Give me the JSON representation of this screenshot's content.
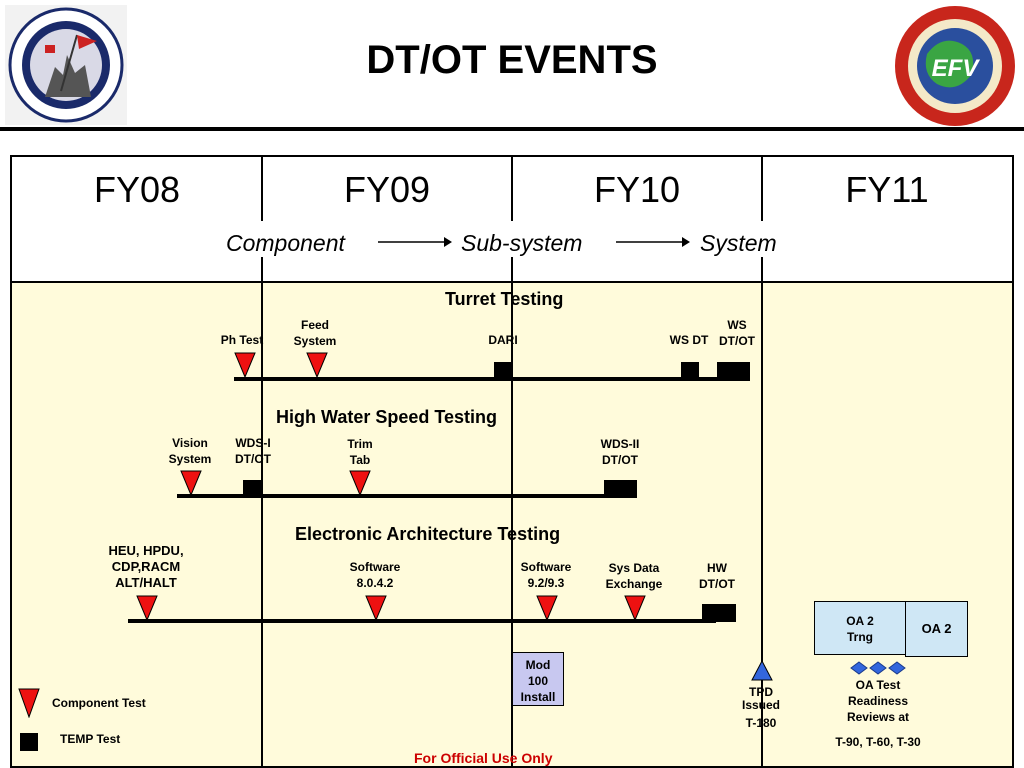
{
  "title": "DT/OT EVENTS",
  "logos": {
    "left_icon": "pro-land-systems-emblem",
    "right_icon": "efv-usmc-seal",
    "right_text": "EFV"
  },
  "fiscal_years": [
    "FY08",
    "FY09",
    "FY10",
    "FY11"
  ],
  "flow": {
    "component": "Component",
    "subsystem": "Sub-system",
    "system": "System"
  },
  "turret": {
    "title": "Turret Testing",
    "ph_test": "Ph Test",
    "feed_1": "Feed",
    "feed_2": "System",
    "dari": "DARI",
    "ws_dt": "WS DT",
    "ws_dtot_1": "WS",
    "ws_dtot_2": "DT/OT"
  },
  "water": {
    "title": "High Water Speed Testing",
    "vision_1": "Vision",
    "vision_2": "System",
    "wdsi_1": "WDS-I",
    "wdsi_2": "DT/OT",
    "trim_1": "Trim",
    "trim_2": "Tab",
    "wdsii_1": "WDS-II",
    "wdsii_2": "DT/OT"
  },
  "electronic": {
    "title": "Electronic Architecture Testing",
    "heu_1": "HEU, HPDU,",
    "heu_2": "CDP,RACM",
    "heu_3": "ALT/HALT",
    "sw1_1": "Software",
    "sw1_2": "8.0.4.2",
    "sw2_1": "Software",
    "sw2_2": "9.2/9.3",
    "sys_1": "Sys Data",
    "sys_2": "Exchange",
    "hw_1": "HW",
    "hw_2": "DT/OT"
  },
  "mod": {
    "line1": "Mod",
    "line2": "100",
    "line3": "Install"
  },
  "tpd": {
    "line1": "TPD",
    "line2": "Issued",
    "line3": "T-180"
  },
  "oa": {
    "box1_line1": "OA 2",
    "box1_line2": "Trng",
    "box2": "OA 2",
    "reviews_1": "OA Test",
    "reviews_2": "Readiness",
    "reviews_3": "Reviews at",
    "reviews_4": "T-90, T-60, T-30"
  },
  "legend": {
    "component": "Component Test",
    "temp": "TEMP Test"
  },
  "footer": "For Official Use Only",
  "colors": {
    "triangle": "#ee1111",
    "yellow_bg": "#fffbdb",
    "oa_box": "#cfe7f5",
    "mod_box": "#c8c8f0",
    "tpd_marker": "#3366dd",
    "diamond": "#3366dd"
  }
}
